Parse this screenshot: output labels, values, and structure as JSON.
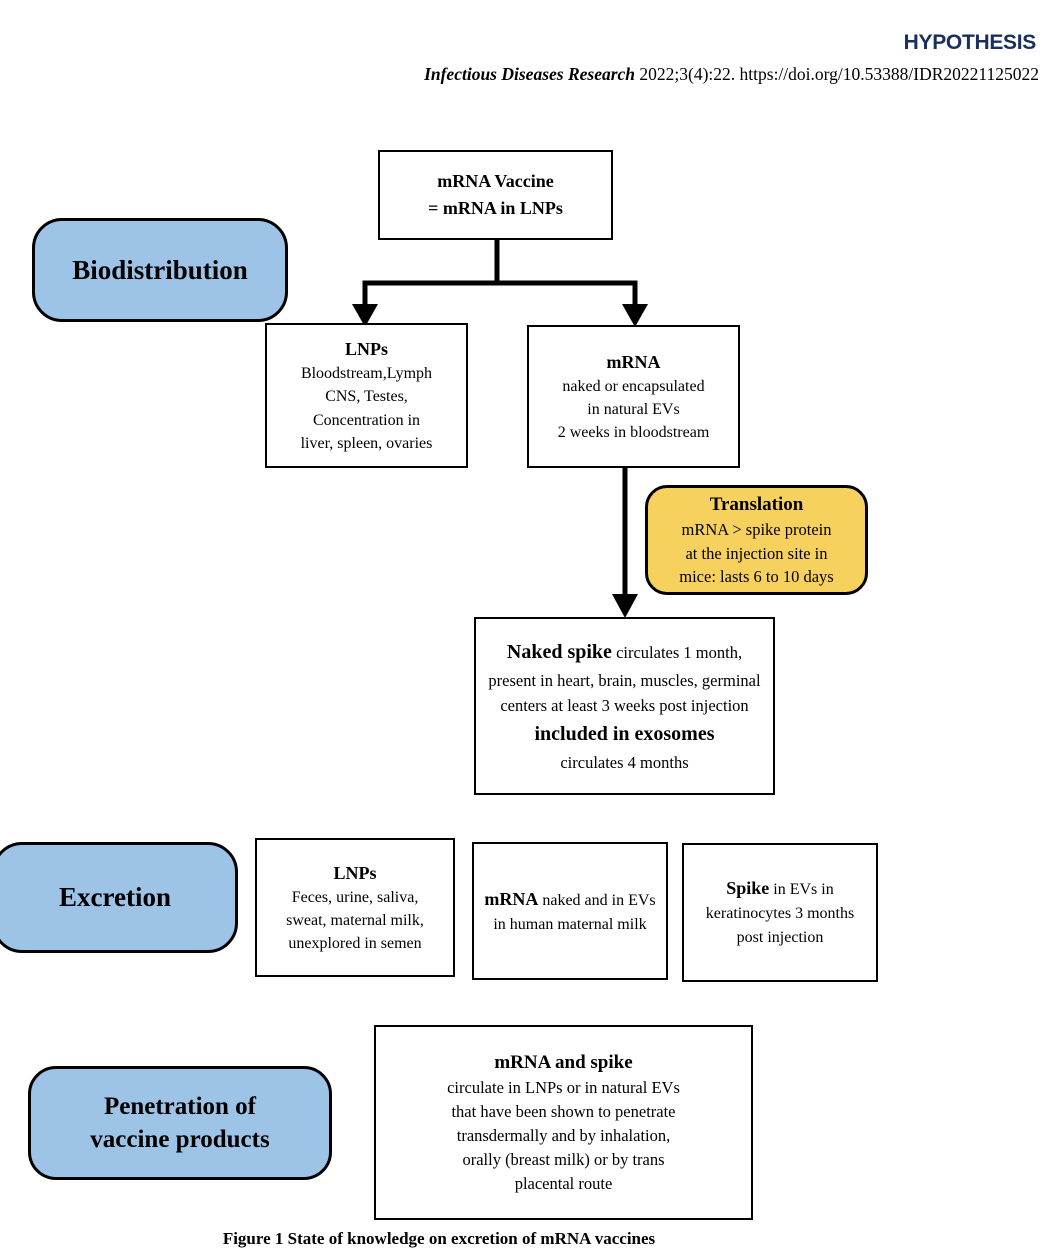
{
  "header": {
    "article_type": "HYPOTHESIS",
    "journal_name": "Infectious Diseases Research",
    "citation_rest": " 2022;3(4):22. https://doi.org/10.53388/IDR20221125022"
  },
  "colors": {
    "label_blue": "#9dc3e6",
    "highlight_yellow": "#f7d15e",
    "heading_navy": "#1b2f5e"
  },
  "stage_labels": {
    "biodistribution": "Biodistribution",
    "excretion": "Excretion",
    "penetration_line1": "Penetration of",
    "penetration_line2": "vaccine products"
  },
  "boxes": {
    "vaccine": {
      "line1": "mRNA Vaccine",
      "line2": "=  mRNA in LNPs"
    },
    "lnps_biodistribution": {
      "title": "LNPs",
      "lines": [
        "Bloodstream,Lymph",
        "CNS, Testes,",
        "Concentration in",
        "liver, spleen, ovaries"
      ]
    },
    "mrna_biodistribution": {
      "title": "mRNA",
      "lines": [
        "naked or encapsulated",
        "in natural EVs",
        "2 weeks in bloodstream"
      ]
    },
    "translation": {
      "title": "Translation",
      "lines": [
        "mRNA > spike protein",
        "at the injection site in",
        "mice: lasts 6 to 10 days"
      ]
    },
    "naked_spike": {
      "bold_intro": "Naked spike",
      "text": " circulates 1 month, present in heart, brain, muscles, germinal centers at least 3 weeks post injection",
      "bold_line": "included in exosomes",
      "last_line": "circulates 4 months"
    },
    "lnps_excretion": {
      "title": "LNPs",
      "lines": [
        "Feces, urine, saliva,",
        "sweat, maternal milk,",
        "unexplored in semen"
      ]
    },
    "mrna_excretion": {
      "bold_intro": "mRNA",
      "text": " naked and in EVs in human maternal milk"
    },
    "spike_excretion": {
      "bold_intro": "Spike",
      "text": " in EVs in keratinocytes 3 months post injection"
    },
    "penetration": {
      "title": "mRNA and spike",
      "lines": [
        "circulate in LNPs or in natural EVs",
        "that have been shown to penetrate",
        "transdermally and by inhalation,",
        "orally (breast milk) or by trans",
        "placental route"
      ]
    }
  },
  "caption": "Figure 1 State of knowledge on excretion of mRNA vaccines"
}
